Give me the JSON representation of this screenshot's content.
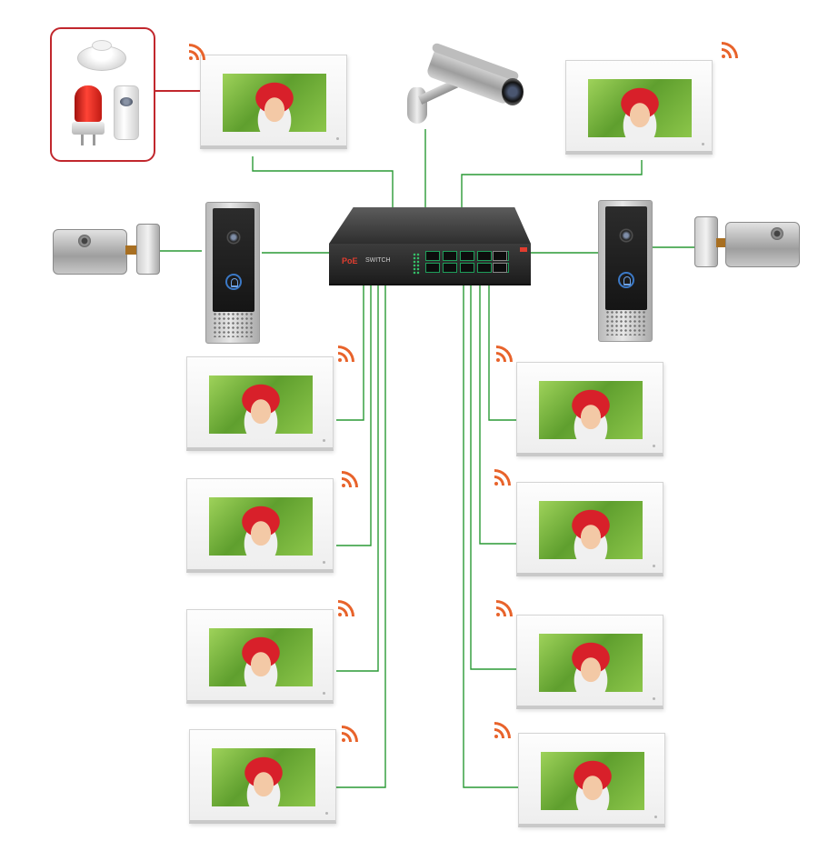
{
  "poe_switch": {
    "brand": "PoE",
    "model": "SWITCH",
    "poe_ports": 8,
    "uplink_ports": 2
  },
  "devices": {
    "indoor_monitors": 10,
    "door_stations": 2,
    "electric_locks": 2,
    "cctv_cameras": 1,
    "alarm_sensors": [
      "smoke-detector",
      "strobe-siren",
      "pir-sensor"
    ]
  },
  "colors": {
    "wire": "#2a9a35",
    "alarm_link": "#c1272d",
    "wifi": "#e8632b",
    "switch_port_led": "#1e9e5a"
  },
  "icons": {
    "wireless": "wifi-icon",
    "doorbell": "bell-icon"
  }
}
